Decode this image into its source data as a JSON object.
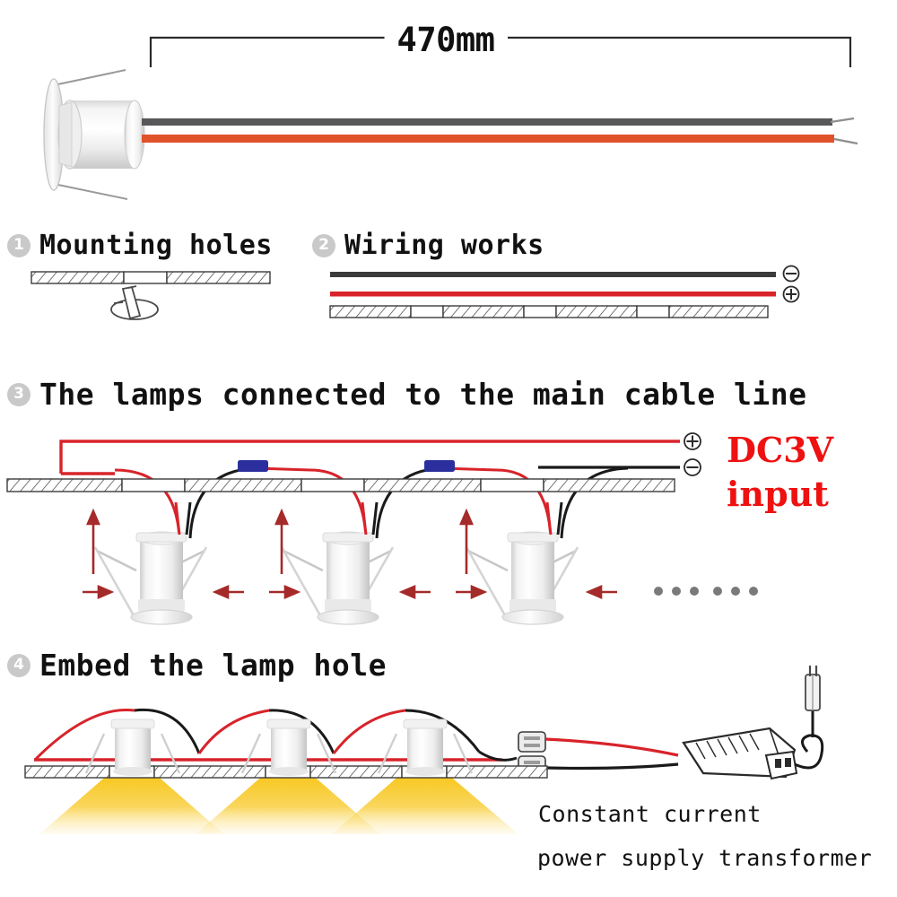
{
  "product": {
    "dimension_label": "470mm",
    "wire_colors": {
      "negative": "#58585a",
      "positive": "#e0522a"
    }
  },
  "steps": [
    {
      "number": "1",
      "label": "Mounting holes"
    },
    {
      "number": "2",
      "label": "Wiring works"
    },
    {
      "number": "3",
      "label": "The lamps connected to the main cable line"
    },
    {
      "number": "4",
      "label": "Embed the lamp hole"
    }
  ],
  "polarity": {
    "plus": "+",
    "minus": "−",
    "step2_top": "minus",
    "step2_bottom": "plus",
    "step3_top": "plus",
    "step3_bottom": "minus"
  },
  "power": {
    "input_line1": "DC3V",
    "input_line2": "input",
    "input_color": "#ee1111"
  },
  "transformer": {
    "caption_line1": "Constant current",
    "caption_line2": "power supply transformer"
  },
  "continuation": {
    "dots": 6
  },
  "colors": {
    "red_wire": "#d8232a",
    "black_wire": "#1a1a1a",
    "badge_gray": "#c9c9c9",
    "light_beam": "#f5c21b",
    "connector_blue": "#2b2f9e",
    "arrow_red": "#a52a2a"
  },
  "icons": {
    "drill": "drill-bit-icon",
    "lamp": "recessed-lamp-icon",
    "connector": "wire-connector-icon",
    "transformer": "transformer-icon",
    "plug": "plug-icon"
  }
}
